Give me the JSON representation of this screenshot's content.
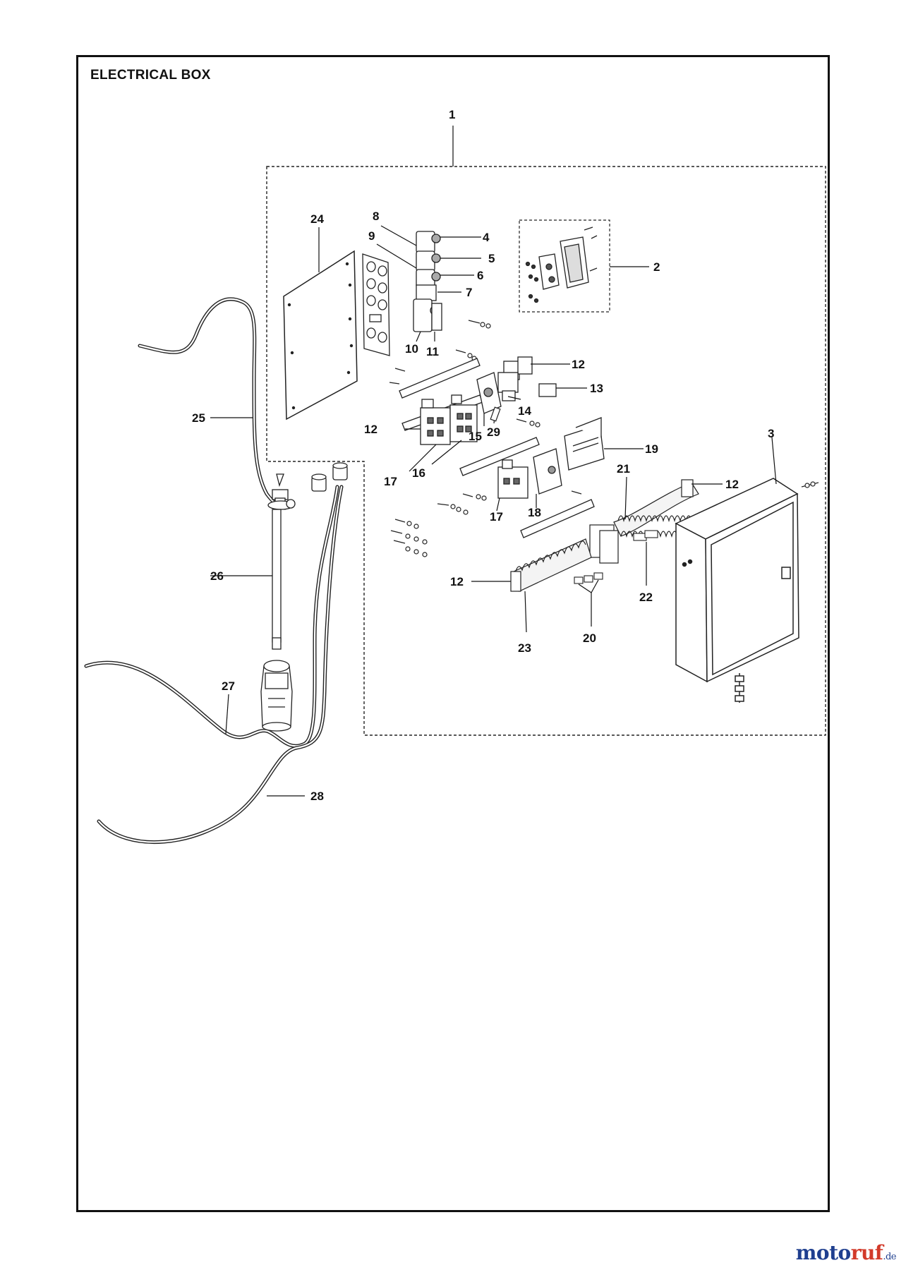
{
  "title": "ELECTRICAL BOX",
  "callouts": [
    "1",
    "2",
    "3",
    "4",
    "5",
    "6",
    "7",
    "8",
    "9",
    "10",
    "11",
    "12",
    "13",
    "14",
    "15",
    "16",
    "17",
    "18",
    "19",
    "20",
    "21",
    "22",
    "23",
    "24",
    "25",
    "26",
    "27",
    "28",
    "29"
  ],
  "brand": {
    "part1": "moto",
    "part2": "ruf",
    "suffix": ".de"
  }
}
